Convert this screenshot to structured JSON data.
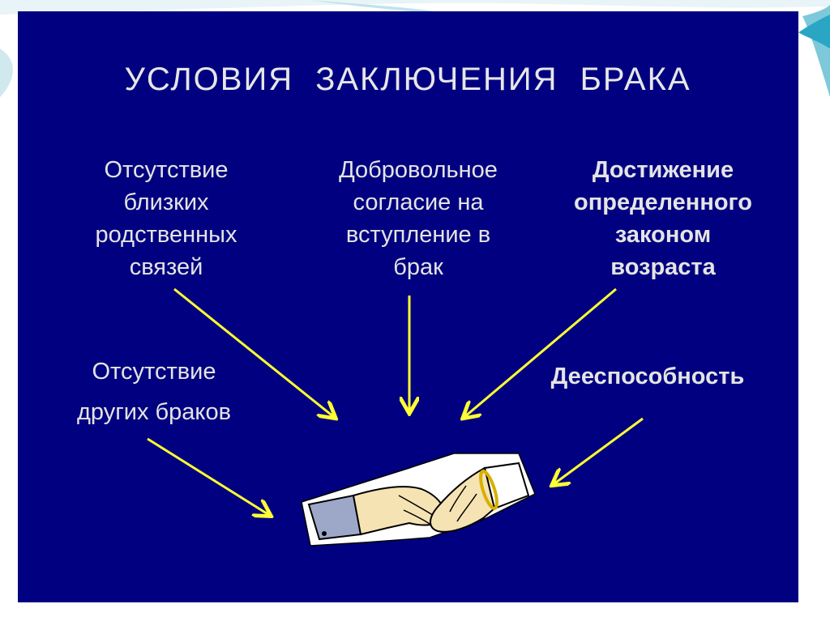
{
  "title": "УСЛОВИЯ ЗАКЛЮЧЕНИЯ БРАКА",
  "conditions": [
    {
      "id": "no-close-relatives",
      "text": "Отсутствие\nблизких\nродственных\nсвязей",
      "bold": false
    },
    {
      "id": "voluntary-consent",
      "text": "Добровольное\nсогласие на\nвступление в\nбрак",
      "bold": false
    },
    {
      "id": "marriage-age",
      "text": "Достижение\nопределенного\nзаконом\nвозраста",
      "bold": true
    },
    {
      "id": "no-other-marriages",
      "text": "Отсутствие\nдругих браков",
      "bold": false
    },
    {
      "id": "legal-capacity",
      "text": "Дееспособность",
      "bold": true
    }
  ],
  "colors": {
    "slide_background": "#000080",
    "text": "#e4e4e4",
    "arrow": "#ffff33"
  },
  "icons": [
    "arrow-icon",
    "handshake-icon"
  ]
}
